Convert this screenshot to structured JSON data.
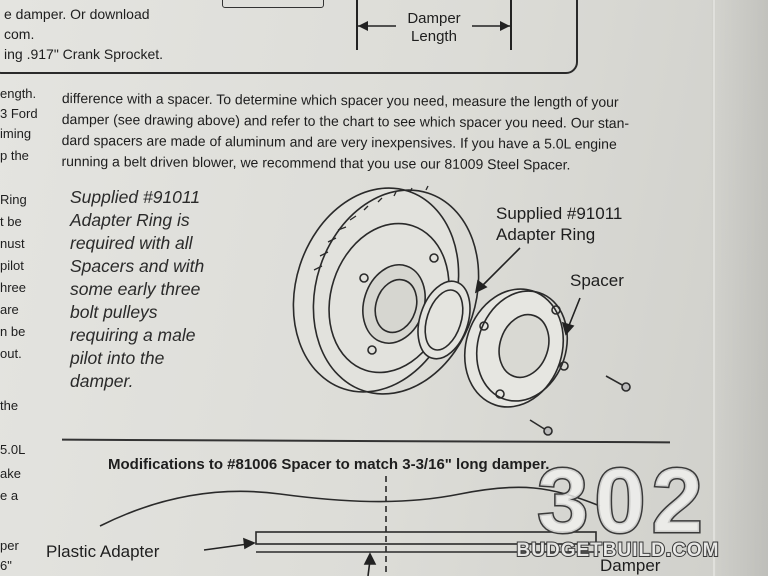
{
  "top_box": {
    "lines": [
      "e damper. Or download",
      "com.",
      "ing .917\" Crank Sprocket."
    ],
    "damper_label_line1": "Damper",
    "damper_label_line2": "Length"
  },
  "left_column": [
    "ength.",
    "3 Ford",
    "iming",
    "p the",
    "Ring",
    "t be",
    "nust",
    "pilot",
    "hree",
    "are",
    "n be",
    "out.",
    "the",
    "5.0L",
    "ake",
    "e a",
    "per",
    "6\""
  ],
  "paragraph": [
    "difference with  a spacer. To determine which spacer you need, measure the length of your",
    "damper (see drawing above) and refer to the chart to see which spacer you need. Our stan-",
    "dard spacers are made of aluminum and are very inexpensives. If you have a 5.0L engine",
    "running a belt driven blower, we recommend that you use our 81009 Steel Spacer."
  ],
  "note": [
    "Supplied #91011",
    "Adapter Ring is",
    "required with all",
    "Spacers and with",
    "some early three",
    "bolt pulleys",
    "requiring a male",
    "pilot into the",
    "damper."
  ],
  "callouts": {
    "adapter_line1": "Supplied #91011",
    "adapter_line2": "Adapter Ring",
    "spacer": "Spacer"
  },
  "modifications_heading": "Modifications to #81006 Spacer to match 3-3/16\" long damper.",
  "bottom": {
    "plastic_adapter": "Plastic Adapter",
    "damper": "Damper"
  },
  "watermark": {
    "number": "302",
    "site": "BUDGETBUILD.COM"
  }
}
